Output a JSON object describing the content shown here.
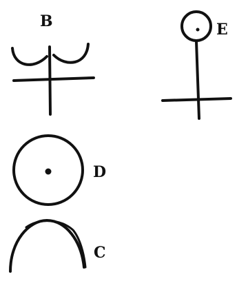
{
  "symbols": [
    {
      "label": "B",
      "icon": "crescent-cross-symbol-icon"
    },
    {
      "label": "E",
      "icon": "circle-cross-symbol-icon"
    },
    {
      "label": "D",
      "icon": "circle-dot-symbol-icon"
    },
    {
      "label": "C",
      "icon": "arc-symbol-icon"
    }
  ],
  "colors": {
    "ink": "#111111",
    "background": "#ffffff"
  }
}
